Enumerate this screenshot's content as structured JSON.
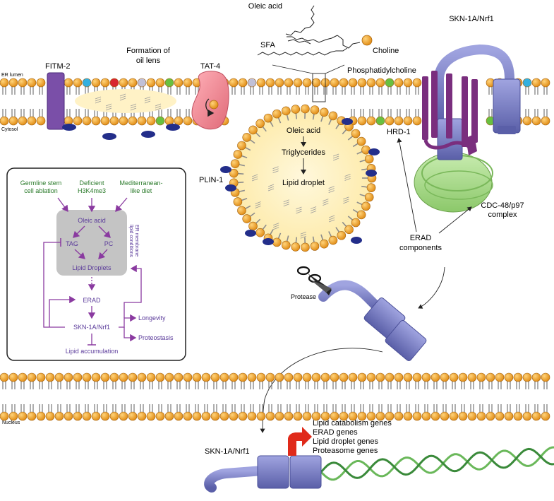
{
  "labels": {
    "oleic_acid": "Oleic acid",
    "sfa": "SFA",
    "choline": "Choline",
    "phosphatidylcholine": "Phosphatidylcholine",
    "skn1a_top": "SKN-1A/Nrf1",
    "er_lumen": "ER lumen",
    "cytosol": "Cytosol",
    "fitm2": "FITM-2",
    "formation_line1": "Formation of",
    "formation_line2": "oil lens",
    "tat4": "TAT-4",
    "hrd1": "HRD-1",
    "plin1": "PLIN-1",
    "ld_oleic": "Oleic acid",
    "ld_tg": "Triglycerides",
    "ld_lipid_droplet": "Lipid droplet",
    "cdc48_line1": "CDC-48/p97",
    "cdc48_line2": "complex",
    "erad_line1": "ERAD",
    "erad_line2": "components",
    "protease": "Protease",
    "nucleus": "Nucleus",
    "skn1a_bottom": "SKN-1A/Nrf1",
    "genes": [
      "Lipid catabolism genes",
      "ERAD genes",
      "Lipid droplet genes",
      "Proteasome genes"
    ]
  },
  "inset": {
    "inputs": [
      {
        "line1": "Germline stem",
        "line2": "cell ablation"
      },
      {
        "line1": "Deficient",
        "line2": "H3K4me3"
      },
      {
        "line1": "Mediterranean-",
        "line2": "like diet"
      }
    ],
    "oleic_acid": "Oleic acid",
    "tag": "TAG",
    "pc": "PC",
    "lipid_droplets": "Lipid Droplets",
    "er_cond_line1": "ER membrane",
    "er_cond_line2": "lipid conditions",
    "erad": "ERAD",
    "skn1a": "SKN-1A/Nrf1",
    "longevity": "Longevity",
    "proteostasis": "Proteostasis",
    "lipid_accumulation": "Lipid accumulation"
  },
  "colors": {
    "head_orange": "#f0a22a",
    "tail": "#8c8c8c",
    "fitm": "#7a4fa8",
    "tat4": "#f08a94",
    "protein_blue": "#7a7fc8",
    "hrd1_purple": "#7a2e7e",
    "cdc48_green": "#a8d88a",
    "droplet_fill": "#fff2c6",
    "plin_blue": "#232e8a",
    "inset_text_green": "#2a7a2a",
    "inset_text_purple": "#5a3a9a",
    "arrow_purple": "#8a3aa0",
    "promoter_red": "#e02a1a",
    "dna_green": "#6ab85a"
  }
}
